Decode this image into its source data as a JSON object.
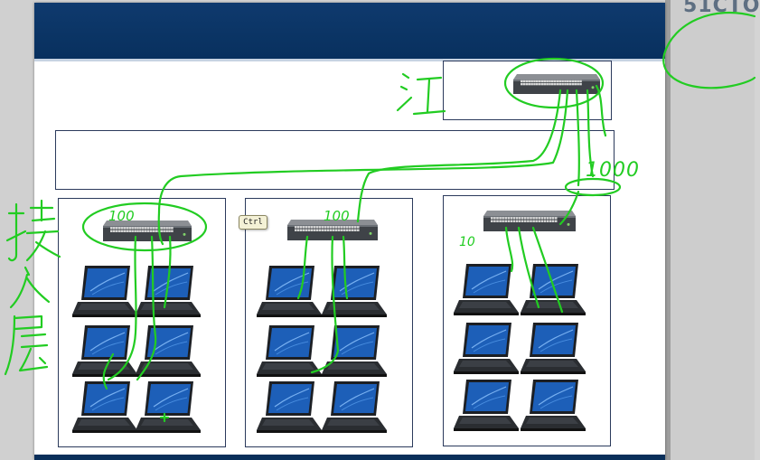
{
  "watermark": {
    "text": "51CTO"
  },
  "tooltip": {
    "label": "Ctrl"
  },
  "annotations": {
    "core_label": "江",
    "access_label_1": "接",
    "access_label_2": "入",
    "access_label_3": "层",
    "speed_core": "1000",
    "speed_access_1": "100",
    "speed_access_2": "100",
    "speed_access_3": "10"
  },
  "diagram": {
    "core_switch": "switch-icon",
    "access_groups": [
      {
        "switch": "switch-icon",
        "laptops": 6
      },
      {
        "switch": "switch-icon",
        "laptops": 6
      },
      {
        "switch": "switch-icon",
        "laptops": 6
      }
    ],
    "laptop_icon": "laptop-icon"
  },
  "colors": {
    "header": "#0b3566",
    "ink": "#1ed01e",
    "box_border": "#2b3a5c"
  }
}
